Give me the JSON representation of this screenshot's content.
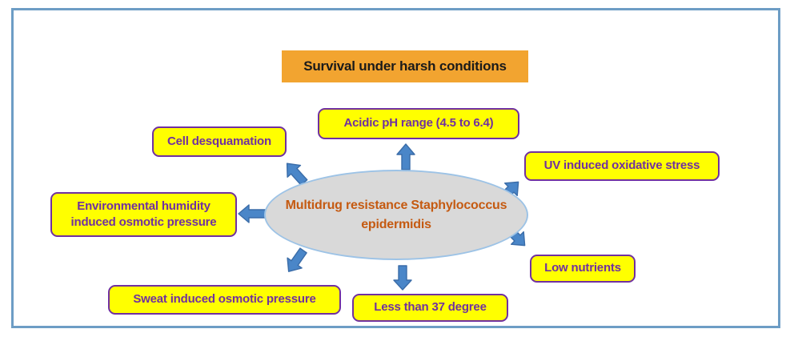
{
  "figure": {
    "title": "Survival under harsh conditions",
    "center": {
      "label": "Multidrug resistance Staphylococcus epidermidis",
      "label_line1": "Multidrug resistance Staphylococcus",
      "label_line2": "epidermidis"
    },
    "conditions": [
      {
        "id": "acidic-ph",
        "label": "Acidic pH range (4.5 to 6.4)",
        "direction": "up"
      },
      {
        "id": "cell-desquamation",
        "label": "Cell desquamation",
        "direction": "up-left"
      },
      {
        "id": "uv-oxidative-stress",
        "label": "UV induced oxidative stress",
        "direction": "up-right"
      },
      {
        "id": "environmental-humidity",
        "label": "Environmental humidity induced osmotic pressure",
        "direction": "left"
      },
      {
        "id": "low-nutrients",
        "label": "Low nutrients",
        "direction": "down-right"
      },
      {
        "id": "sweat-osmotic",
        "label": "Sweat induced osmotic pressure",
        "direction": "down-left"
      },
      {
        "id": "less-than-37",
        "label": "Less than 37 degree",
        "direction": "down"
      }
    ],
    "icons": [
      "arrow-up-icon",
      "arrow-up-left-icon",
      "arrow-up-right-icon",
      "arrow-left-icon",
      "arrow-down-right-icon",
      "arrow-down-left-icon",
      "arrow-down-icon"
    ],
    "colors": {
      "frame_border": "#6d9dc5",
      "title_background": "#f2a430",
      "title_text": "#1a1a1a",
      "condition_fill": "#ffff00",
      "condition_border": "#7030a0",
      "condition_text": "#7030a0",
      "center_fill": "#d9d9d9",
      "center_border": "#9dc3e6",
      "center_text": "#c55a11",
      "arrow_fill": "#4a86c8",
      "arrow_stroke": "#3a6ca8"
    }
  }
}
